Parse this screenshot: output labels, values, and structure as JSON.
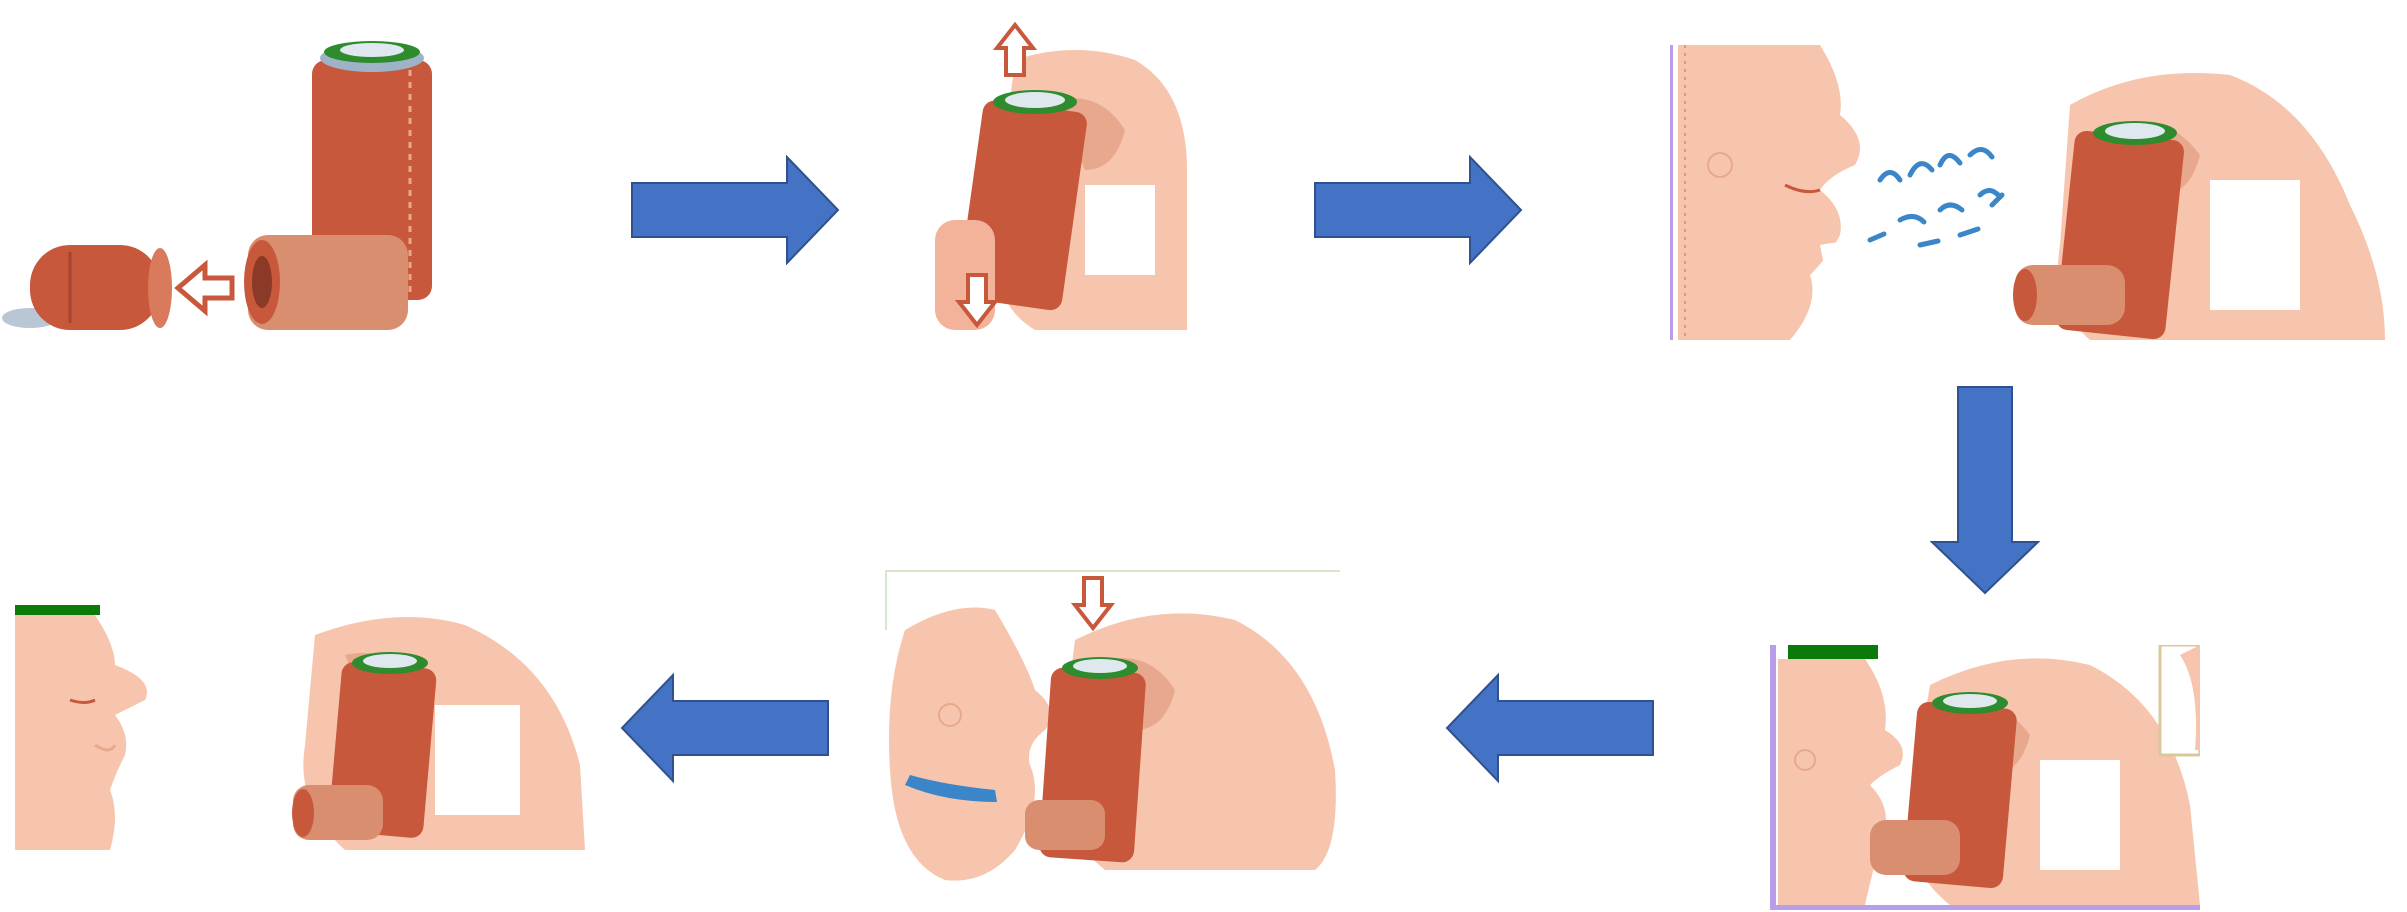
{
  "diagram": {
    "type": "process-flow",
    "colors": {
      "background": "#ffffff",
      "arrow_fill": "#4472c4",
      "arrow_stroke": "#2f528f",
      "inhaler_body": "#c8583c",
      "inhaler_mouthpiece": "#d98e6f",
      "canister": "#9fb3c8",
      "cap_top": "#2e8b2e",
      "skin": "#f7c5ad",
      "skin_shadow": "#e8a88e",
      "spray": "#3a86c8",
      "frame_edge": "#b89dea",
      "green_bar": "#0a7a0a"
    },
    "steps": [
      {
        "id": 1,
        "icon": "inhaler-remove-cap-icon"
      },
      {
        "id": 2,
        "icon": "hand-shake-inhaler-icon"
      },
      {
        "id": 3,
        "icon": "exhale-before-use-icon"
      },
      {
        "id": 4,
        "icon": "inhaler-in-mouth-icon"
      },
      {
        "id": 5,
        "icon": "press-and-inhale-icon"
      },
      {
        "id": 6,
        "icon": "hold-breath-remove-inhaler-icon"
      }
    ],
    "arrows": [
      {
        "from": 1,
        "to": 2,
        "direction": "right"
      },
      {
        "from": 2,
        "to": 3,
        "direction": "right"
      },
      {
        "from": 3,
        "to": 4,
        "direction": "down"
      },
      {
        "from": 4,
        "to": 5,
        "direction": "left"
      },
      {
        "from": 5,
        "to": 6,
        "direction": "left"
      }
    ]
  }
}
